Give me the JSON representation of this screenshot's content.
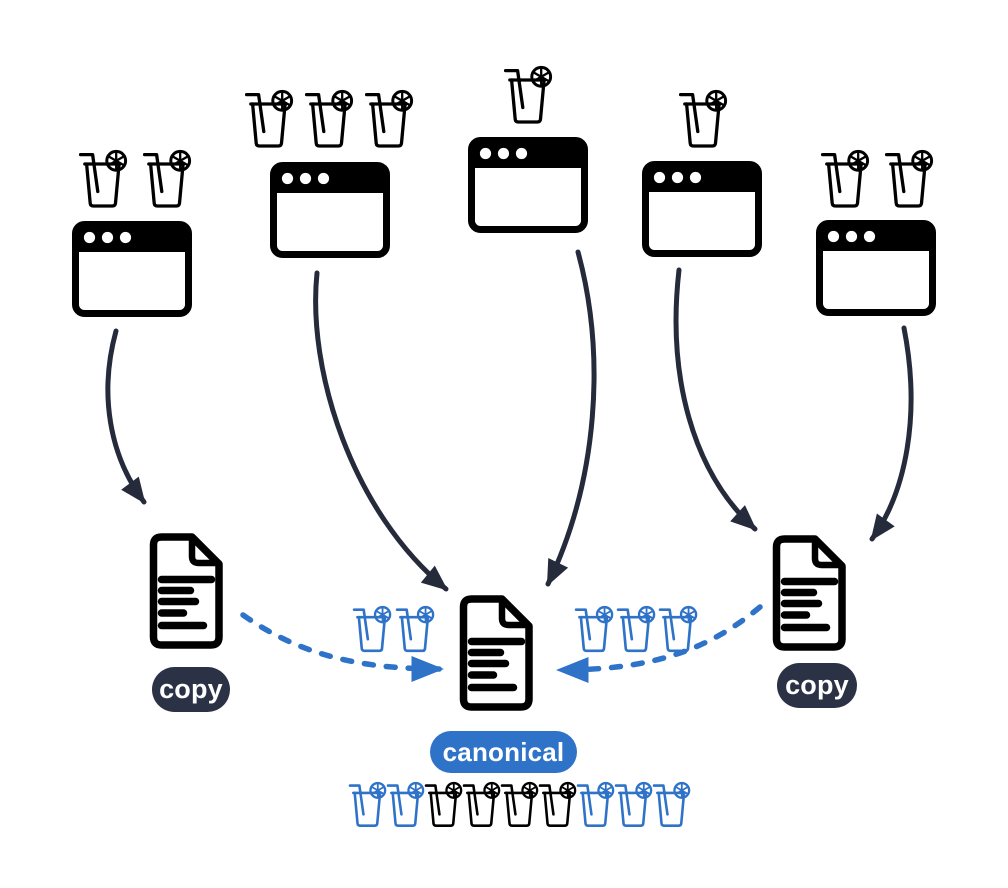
{
  "colors": {
    "background": "#ffffff",
    "icon_black": "#000000",
    "arrow_ink": "#252b3b",
    "blue": "#2e73c8",
    "copy_pill_bg": "#2b3245",
    "copy_pill_text": "#ffffff",
    "canonical_pill_bg": "#2e73c8",
    "canonical_pill_text": "#ffffff"
  },
  "labels": {
    "copy_left": "copy",
    "canonical": "canonical",
    "copy_right": "copy"
  },
  "windows": [
    {
      "name": "window-1",
      "drinks_above": 2,
      "flows_to": "copy-left"
    },
    {
      "name": "window-2",
      "drinks_above": 3,
      "flows_to": "canonical"
    },
    {
      "name": "window-3",
      "drinks_above": 1,
      "flows_to": "canonical"
    },
    {
      "name": "window-4",
      "drinks_above": 1,
      "flows_to": "copy-right"
    },
    {
      "name": "window-5",
      "drinks_above": 2,
      "flows_to": "copy-right"
    }
  ],
  "documents": [
    {
      "name": "copy-left",
      "label": "copy"
    },
    {
      "name": "canonical",
      "label": "canonical"
    },
    {
      "name": "copy-right",
      "label": "copy"
    }
  ],
  "drink_tally": {
    "canonical_left_blue": 2,
    "canonical_right_blue": 3,
    "bottom_row": [
      {
        "color": "blue",
        "count": 2
      },
      {
        "color": "black",
        "count": 4
      },
      {
        "color": "blue",
        "count": 3
      }
    ]
  },
  "icons": {
    "drink": "drink-glass-straw-citrus-icon",
    "window": "browser-window-icon",
    "document": "document-page-icon"
  }
}
